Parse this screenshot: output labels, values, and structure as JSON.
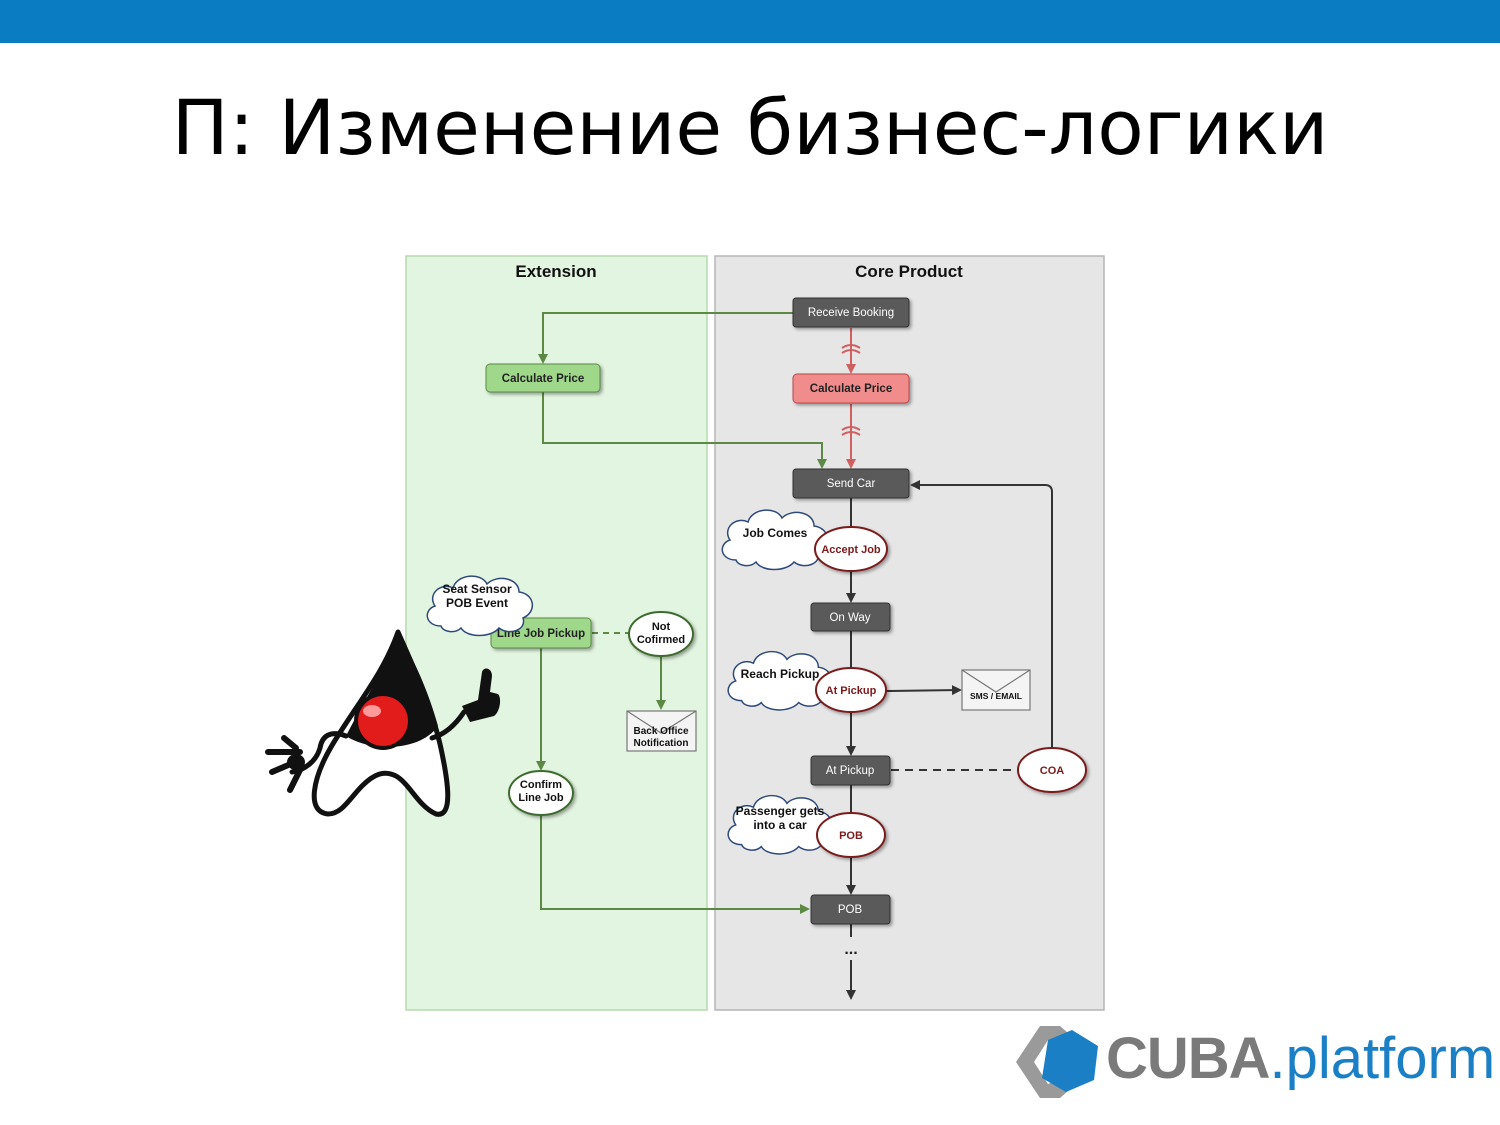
{
  "slide": {
    "title": "П: Изменение бизнес-логики"
  },
  "diagram": {
    "lanes": {
      "extension": "Extension",
      "core": "Core Product"
    },
    "nodes": {
      "receive_booking": "Receive Booking",
      "calc_price_core": "Calculate Price",
      "calc_price_ext": "Calculate Price",
      "send_car": "Send Car",
      "accept_job": "Accept Job",
      "on_way": "On Way",
      "at_pickup_event": "At Pickup",
      "at_pickup_state": "At Pickup",
      "pob_event": "POB",
      "pob_state": "POB",
      "coa": "COA",
      "sms_email": "SMS / EMAIL",
      "line_job_pickup": "Line Job Pickup",
      "not_confirmed_1": "Not",
      "not_confirmed_2": "Cofirmed",
      "back_office_1": "Back Office",
      "back_office_2": "Notification",
      "confirm_line_job_1": "Confirm",
      "confirm_line_job_2": "Line Job",
      "ellipsis": "..."
    },
    "clouds": {
      "job_comes": "Job Comes",
      "reach_pickup": "Reach Pickup",
      "passenger_1": "Passenger gets",
      "passenger_2": "into a car",
      "seat_sensor_1": "Seat Sensor",
      "seat_sensor_2": "POB Event"
    },
    "colors": {
      "extension_bg": "#e2f5e0",
      "core_bg": "#e6e6e6",
      "dark_node": "#5a5a5a",
      "green_node": "#9fd88a",
      "red_node": "#f08c8c",
      "event_border": "#7a1a1a",
      "green_line": "#5c8a45",
      "red_line": "#d06060"
    }
  },
  "logo": {
    "bold": "CUBA",
    "light": ".platform"
  }
}
